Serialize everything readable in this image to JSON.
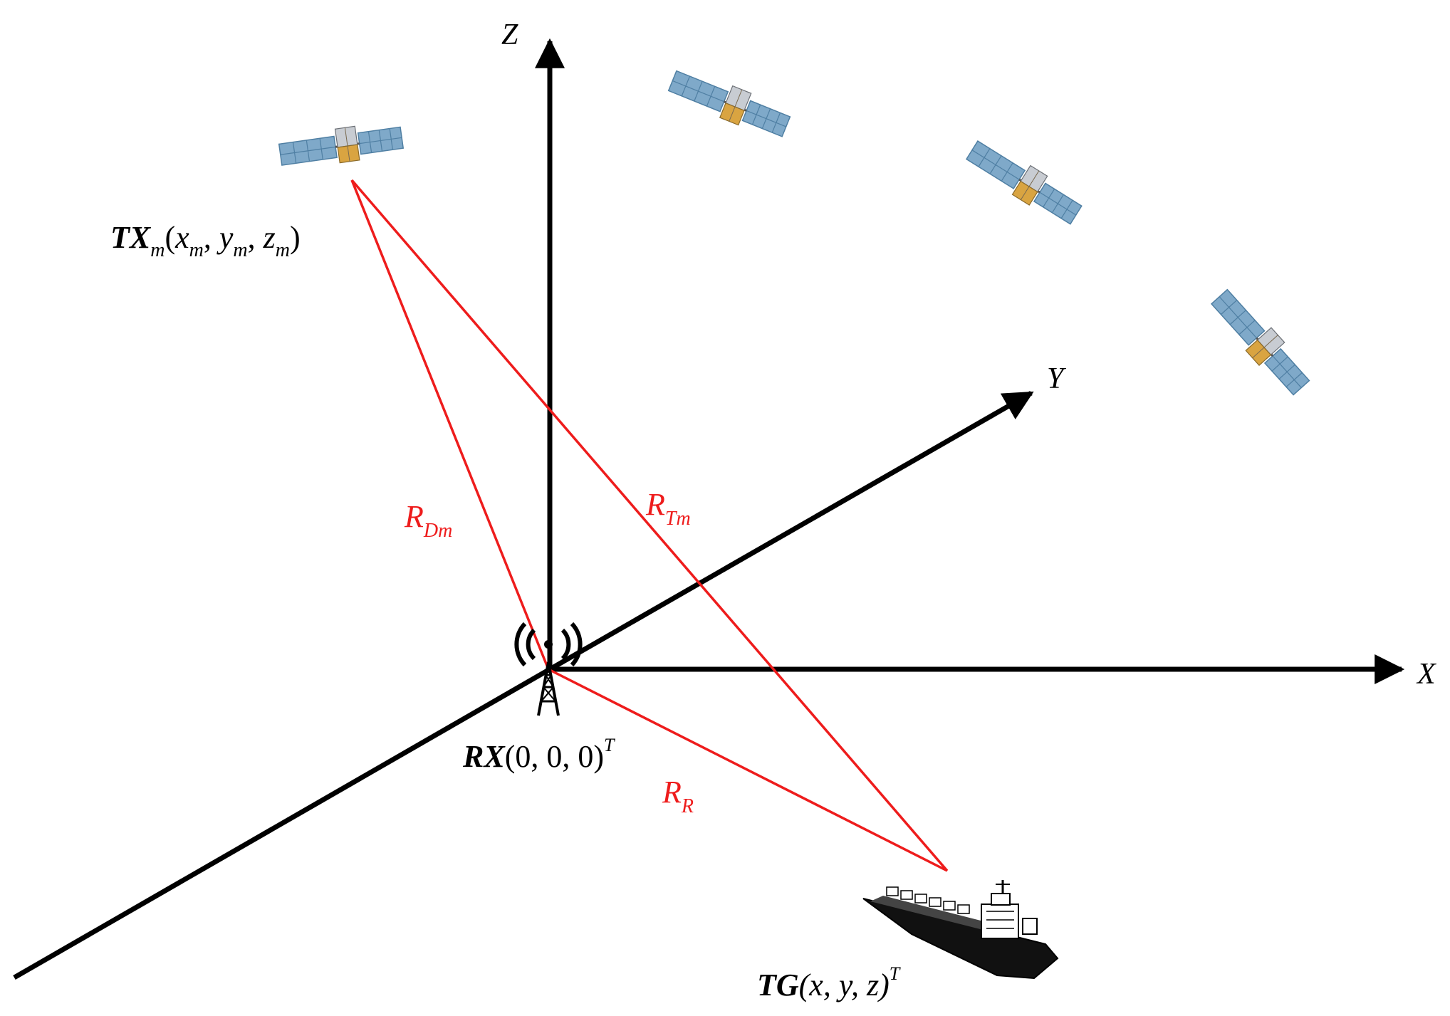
{
  "colors": {
    "axis": "#000000",
    "range_line": "#ee1c1c",
    "range_label": "#ee1c1c",
    "panel_fill": "#7fa9c9",
    "panel_grid": "#4f7fa3",
    "bus_fill": "#d9a441",
    "bus_body": "#c8ccd2"
  },
  "axes": {
    "x_label": "X",
    "y_label": "Y",
    "z_label": "Z"
  },
  "transmitter": {
    "base": "TX",
    "sub": "m",
    "coords": [
      "x",
      "y",
      "z"
    ],
    "coord_sub": "m",
    "icon": "satellite-icon"
  },
  "receiver": {
    "base": "RX",
    "coords": "(0, 0, 0)",
    "sup": "T",
    "icon": "antenna-tower-icon"
  },
  "target": {
    "base": "TG",
    "coords": "(x, y, z)",
    "sup": "T",
    "icon": "ship-icon"
  },
  "ranges": {
    "direct": {
      "base": "R",
      "sub": "Dm"
    },
    "transmit": {
      "base": "R",
      "sub": "Tm"
    },
    "receive": {
      "base": "R",
      "sub": "R"
    }
  }
}
